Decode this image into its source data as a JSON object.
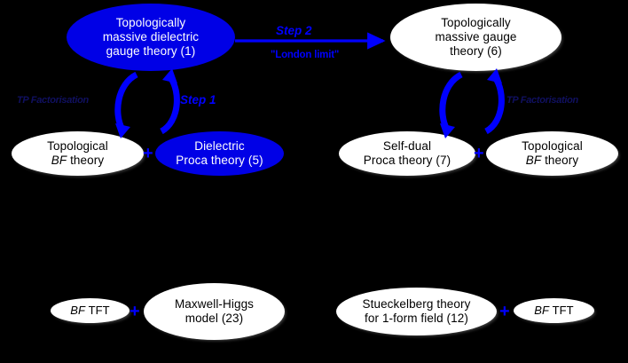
{
  "figure": {
    "background_color": "#000000",
    "accent_blue": "#0000e6",
    "label_navy": "#101060",
    "white": "#ffffff"
  },
  "nodes": {
    "tmdgt": {
      "line1": "Topologically",
      "line2": "massive dielectric",
      "line3": "gauge theory (1)",
      "fill": "blue"
    },
    "tmgt": {
      "line1": "Topologically",
      "line2": "massive gauge",
      "line3": "theory (6)",
      "fill": "white"
    },
    "topo_bf_left": {
      "line1": "Topological",
      "line2_italic": "BF",
      "line2_rest": " theory",
      "fill": "white"
    },
    "dielectric_proca": {
      "line1": "Dielectric",
      "line2": "Proca theory (5)",
      "fill": "blue"
    },
    "selfdual_proca": {
      "line1": "Self-dual",
      "line2": "Proca theory (7)",
      "fill": "white"
    },
    "topo_bf_right": {
      "line1": "Topological",
      "line2_italic": "BF",
      "line2_rest": " theory",
      "fill": "white"
    },
    "bf_tft_left": {
      "italic": "BF",
      "rest": " TFT",
      "fill": "white"
    },
    "maxwell_higgs": {
      "line1": "Maxwell-Higgs",
      "line2": "model (23)",
      "fill": "white"
    },
    "stueckelberg": {
      "line1": "Stueckelberg theory",
      "line2": "for 1-form field (12)",
      "fill": "white"
    },
    "bf_tft_right": {
      "italic": "BF",
      "rest": " TFT",
      "fill": "white"
    }
  },
  "labels": {
    "step1": "Step 1",
    "step2": "Step 2",
    "london_limit": "\"London limit\"",
    "tp_factorisation_left": "TP Factorisation",
    "tp_factorisation_right": "TP Factorisation",
    "plus_sign": "+"
  }
}
